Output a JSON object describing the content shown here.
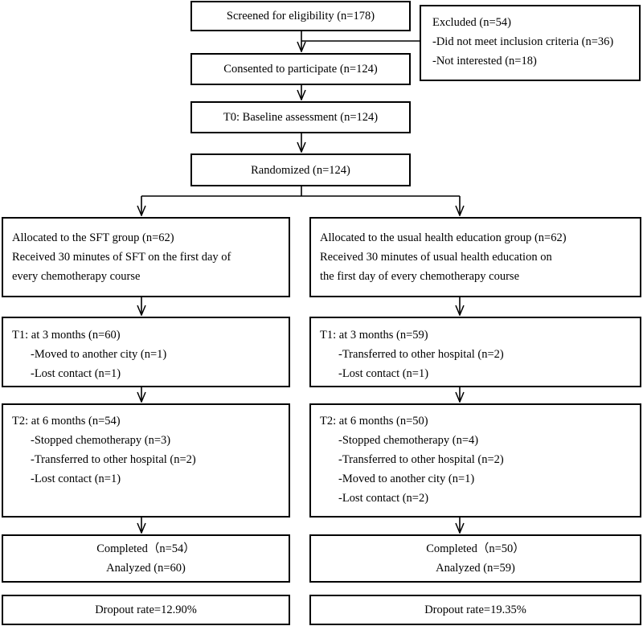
{
  "screening": "Screened for eligibility (n=178)",
  "excluded": {
    "title": "Excluded (n=54)",
    "items": [
      "-Did not meet inclusion criteria (n=36)",
      "-Not interested (n=18)"
    ]
  },
  "consented": "Consented to participate (n=124)",
  "baseline": "T0: Baseline assessment (n=124)",
  "randomized": "Randomized (n=124)",
  "left": {
    "allocation": [
      "Allocated to the SFT group (n=62)",
      "Received 30 minutes of SFT on the first day of",
      "every chemotherapy course"
    ],
    "t1": {
      "title": "T1: at 3 months (n=60)",
      "items": [
        "-Moved to another city (n=1)",
        "-Lost contact (n=1)"
      ]
    },
    "t2": {
      "title": "T2: at 6 months (n=54)",
      "items": [
        "-Stopped chemotherapy (n=3)",
        "-Transferred to other hospital (n=2)",
        "-Lost contact (n=1)"
      ]
    },
    "completed": "Completed（n=54）",
    "analyzed": "Analyzed (n=60)",
    "dropout": "Dropout rate=12.90%"
  },
  "right": {
    "allocation": [
      "Allocated to the usual health education group (n=62)",
      "Received 30 minutes of usual health education on",
      "the first day of every chemotherapy course"
    ],
    "t1": {
      "title": "T1: at 3 months (n=59)",
      "items": [
        "-Transferred to other hospital (n=2)",
        "-Lost contact (n=1)"
      ]
    },
    "t2": {
      "title": "T2: at 6 months (n=50)",
      "items": [
        "-Stopped chemotherapy (n=4)",
        "-Transferred to other hospital (n=2)",
        "-Moved to another city (n=1)",
        "-Lost contact (n=2)"
      ]
    },
    "completed": "Completed（n=50）",
    "analyzed": "Analyzed (n=59)",
    "dropout": "Dropout rate=19.35%"
  }
}
